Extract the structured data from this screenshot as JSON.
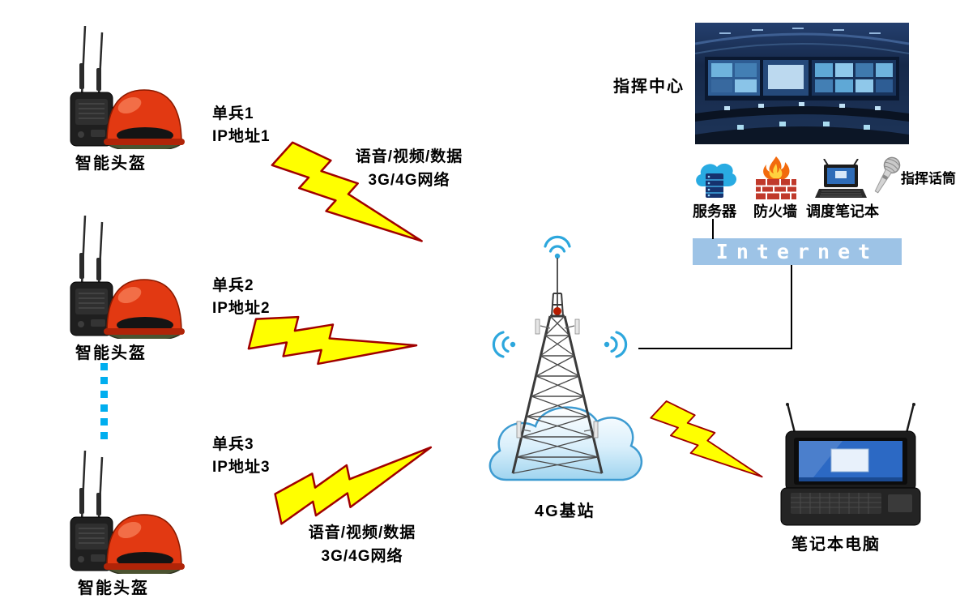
{
  "diagram": {
    "units": [
      {
        "label": "智能头盔",
        "line1": "单兵1",
        "line2": "IP地址1"
      },
      {
        "label": "智能头盔",
        "line1": "单兵2",
        "line2": "IP地址2"
      },
      {
        "label": "智能头盔",
        "line1": "单兵3",
        "line2": "IP地址3"
      }
    ],
    "top_note": {
      "line1": "语音/视频/数据",
      "line2": "3G/4G网络"
    },
    "bottom_note": {
      "line1": "语音/视频/数据",
      "line2": "3G/4G网络"
    },
    "base_station": {
      "label": "4G基站"
    },
    "command_center": {
      "label": "指挥中心"
    },
    "equipment": {
      "server": "服务器",
      "firewall": "防火墙",
      "dispatch_laptop": "调度笔记本",
      "microphone": "指挥话筒"
    },
    "internet": {
      "label": "Internet"
    },
    "field_laptop": {
      "label": "笔记本电脑"
    },
    "colors": {
      "bolt_fill": "#ffff00",
      "bolt_outline": "#a00000",
      "internet_bar": "#9dc3e6",
      "dashed_line": "#00aeef",
      "wifi": "#2da7dd",
      "helmet_red": "#e23912"
    },
    "icons": [
      "wifi-icon",
      "lightning-bolt-icon",
      "cloud-icon",
      "server-icon",
      "firewall-icon",
      "laptop-icon",
      "microphone-icon",
      "helmet-icon",
      "tower-icon"
    ]
  }
}
